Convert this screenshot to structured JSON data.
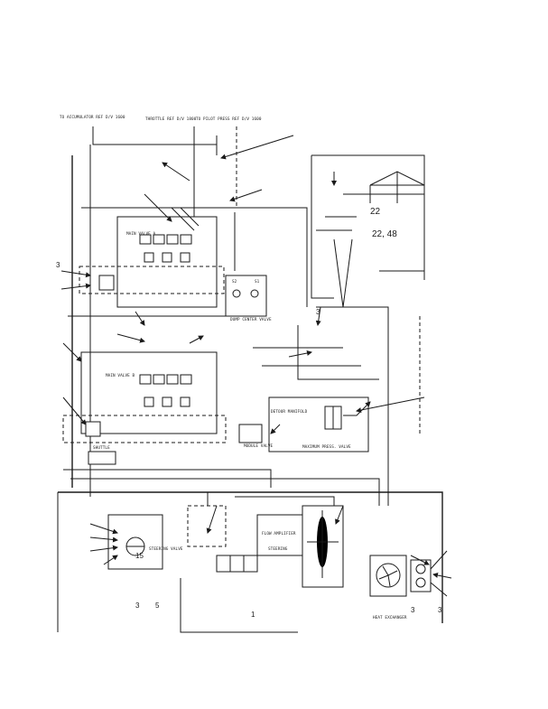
{
  "header_notes": {
    "accumulator": "TO ACCUMULATOR REF D/V 1600",
    "throttle": "THROTTLE REF D/V 1800",
    "pilot_press": "TO PILOT PRESS REF D/V 1600"
  },
  "components": {
    "main_valve_a": "MAIN VALVE A",
    "main_valve_b": "MAIN VALVE B",
    "dump_center_valve": "DUMP CENTER VALVE",
    "detour_manifold": "DETOUR MANIFOLD",
    "maximum_press_valve": "MAXIMUM PRESS. VALVE",
    "shuttle": "SHUTTLE",
    "module_valve": "MODULE VALVE",
    "flow_amplifier": "FLOW AMPLIFIER",
    "steering": "STEERING",
    "steering_valve": "STEERING VALVE",
    "heat_exchanger": "HEAT EXCHANGER",
    "s2": "S2",
    "s1": "S1"
  },
  "callouts": {
    "c22": "22",
    "c22_48": "22, 48",
    "c3a": "3",
    "c3b": "3",
    "c3c": "3",
    "c3d": "3",
    "c3e": "3",
    "c5": "5",
    "c1": "1",
    "c15": "15"
  },
  "icons": [
    "arrow-icon",
    "pump-icon",
    "motor-icon",
    "fan-icon",
    "accumulator-icon"
  ]
}
